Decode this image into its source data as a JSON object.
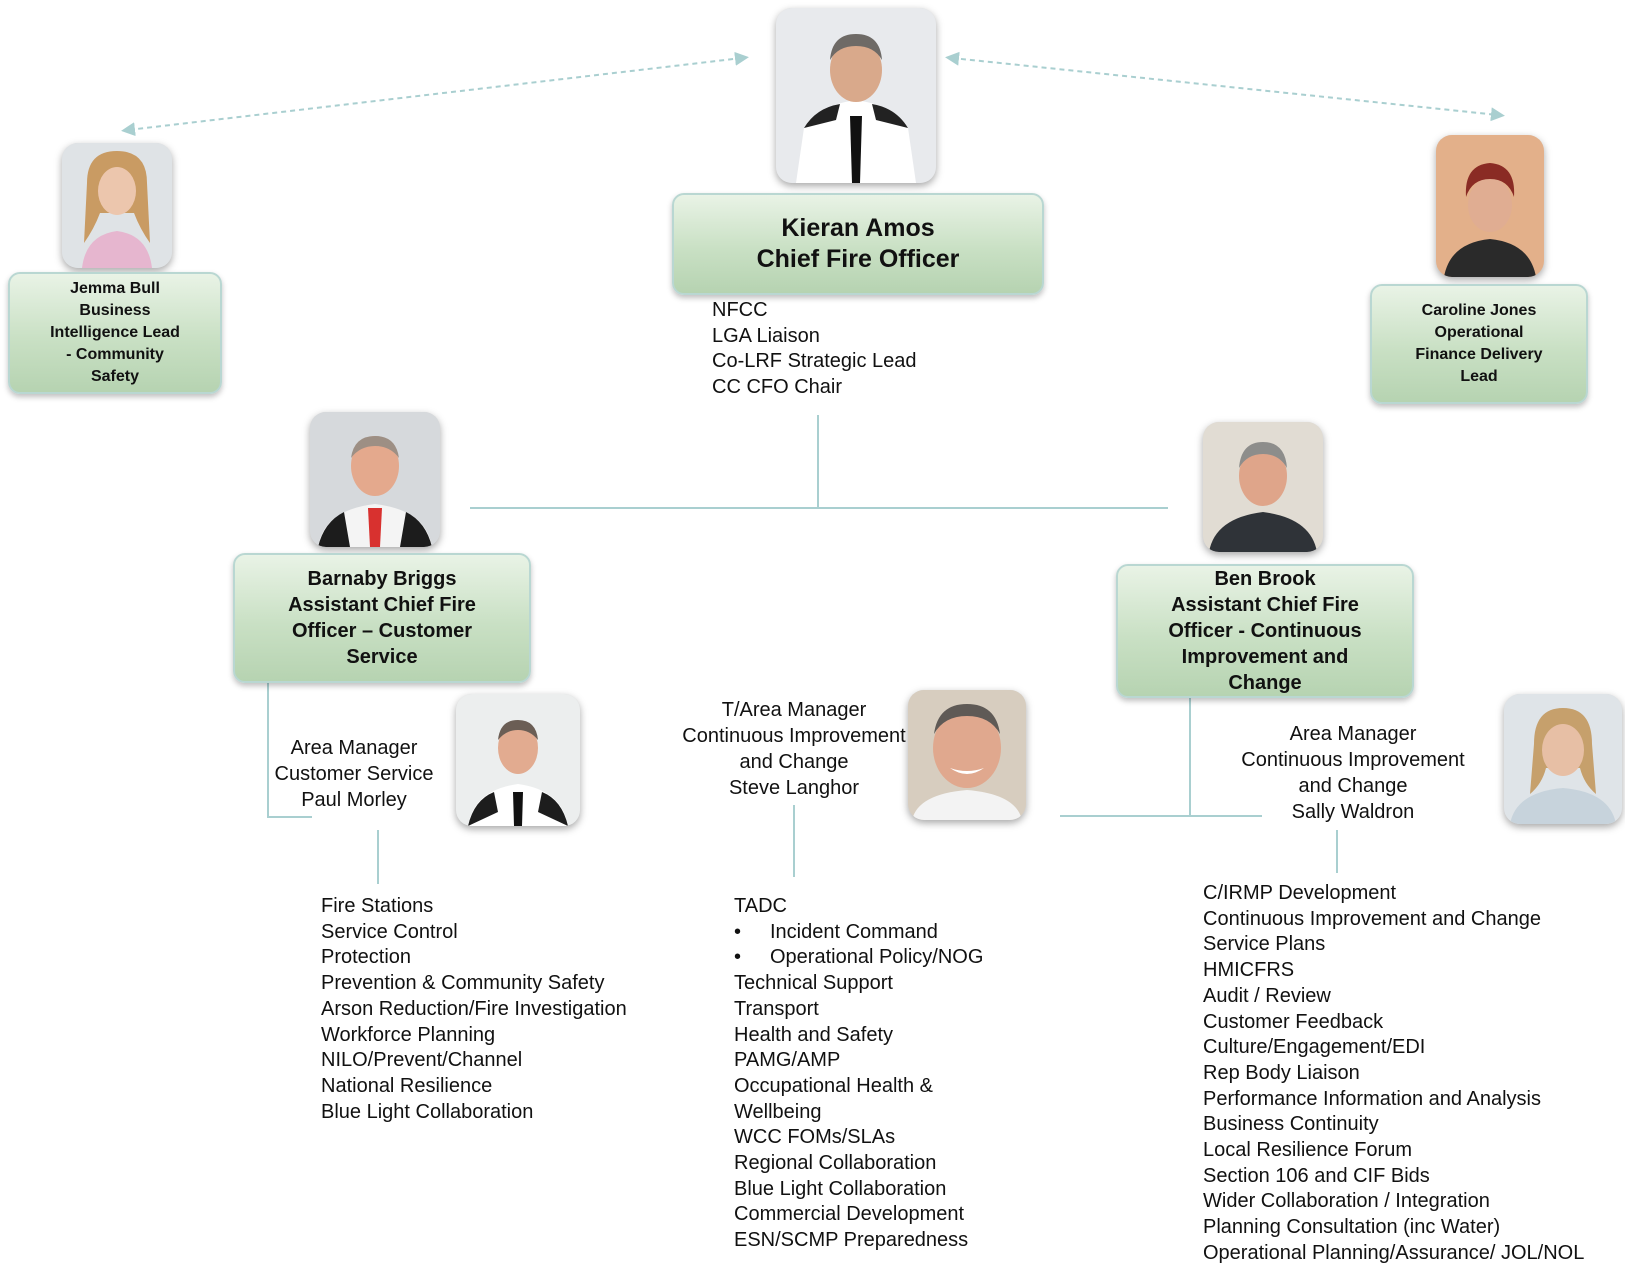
{
  "chief": {
    "name": "Kieran Amos",
    "title": "Chief Fire Officer",
    "photo_icon": "person-photo-icon"
  },
  "chief_duties": [
    "NFCC",
    "LGA Liaison",
    "Co-LRF Strategic Lead",
    "CC CFO Chair"
  ],
  "jemma": {
    "lines": [
      "Jemma Bull",
      "Business",
      "Intelligence Lead",
      "- Community",
      "Safety"
    ]
  },
  "caroline": {
    "lines": [
      "Caroline Jones",
      "Operational",
      "Finance Delivery",
      "Lead"
    ]
  },
  "barnaby": {
    "lines": [
      "Barnaby Briggs",
      "Assistant Chief Fire",
      "Officer – Customer",
      "Service"
    ]
  },
  "ben": {
    "lines": [
      "Ben Brook",
      "Assistant Chief Fire",
      "Officer - Continuous",
      "Improvement and",
      "Change"
    ]
  },
  "paul": {
    "lines": [
      "Area Manager",
      "Customer Service",
      "Paul Morley"
    ]
  },
  "steve": {
    "lines": [
      "T/Area Manager",
      "Continuous Improvement",
      "and Change",
      "Steve Langhor"
    ]
  },
  "sally": {
    "lines": [
      "Area Manager",
      "Continuous Improvement",
      "and Change",
      "Sally Waldron"
    ]
  },
  "paul_duties": [
    "Fire Stations",
    "Service Control",
    "Protection",
    "Prevention & Community Safety",
    "Arson Reduction/Fire Investigation",
    "Workforce Planning",
    "NILO/Prevent/Channel",
    "National Resilience",
    "Blue Light Collaboration"
  ],
  "steve_duties": {
    "head": "TADC",
    "bullets": [
      "Incident Command",
      "Operational Policy/NOG"
    ],
    "items": [
      "Technical Support",
      "Transport",
      "Health and Safety",
      "PAMG/AMP",
      "Occupational Health &",
      "Wellbeing",
      "WCC FOMs/SLAs",
      "Regional Collaboration",
      "Blue Light Collaboration",
      "Commercial Development",
      "ESN/SCMP Preparedness"
    ]
  },
  "sally_duties": [
    "C/IRMP Development",
    "Continuous Improvement and Change",
    "Service Plans",
    "HMICFRS",
    "Audit / Review",
    "Customer Feedback",
    "Culture/Engagement/EDI",
    "Rep Body Liaison",
    "Performance Information and Analysis",
    "Business Continuity",
    "Local Resilience Forum",
    "Section 106 and CIF Bids",
    "Wider Collaboration / Integration",
    "Planning Consultation (inc Water)",
    "Operational Planning/Assurance/ JOL/NOL"
  ],
  "colors": {
    "line": "#a9cfd0",
    "box_light": "#e9f3e6",
    "box_dark": "#b6d3b1",
    "box_border": "#b9d7d2"
  }
}
